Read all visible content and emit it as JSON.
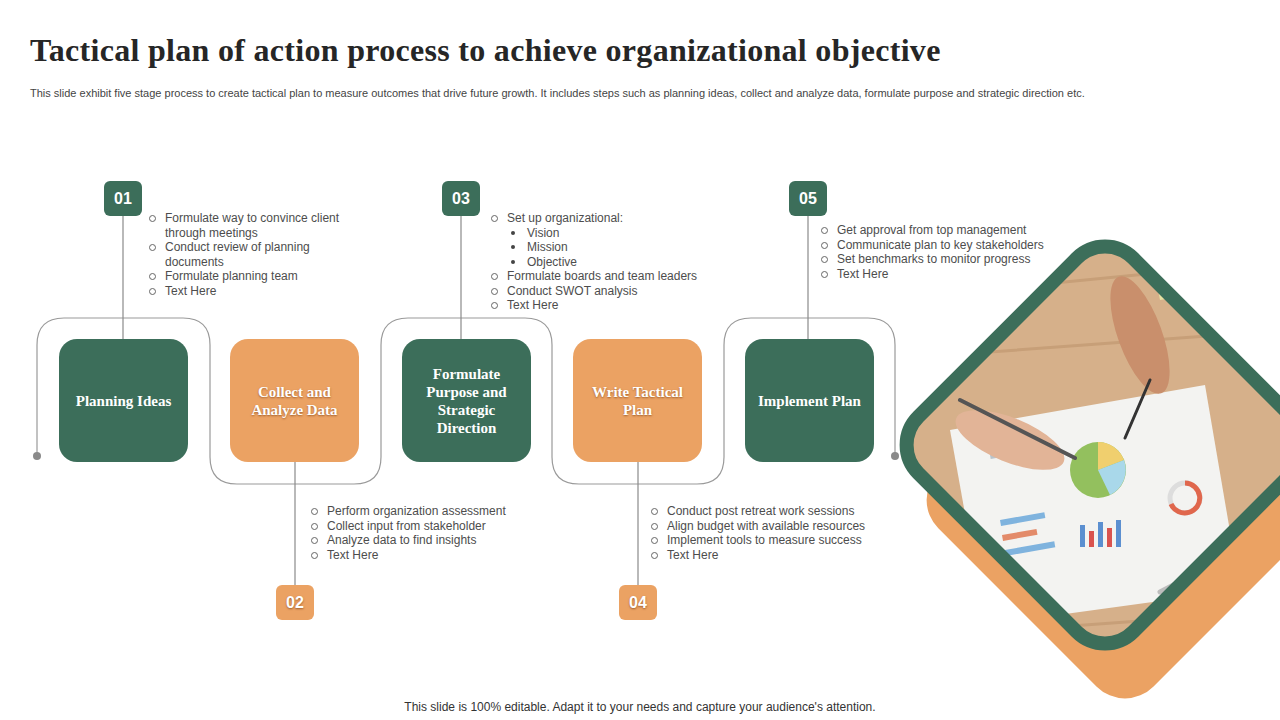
{
  "diagram": {
    "title": "Tactical plan of action process to achieve organizational objective",
    "caption": "This slide is 100% editable. Adapt it to your needs and capture your audience's attention.",
    "nodes": [
      {
        "text": [
          "01"
        ]
      },
      {
        "text": [
          "Planning Ideas"
        ]
      },
      {
        "text": [
          "02"
        ]
      },
      {
        "text": [
          "Collect and Analyze Data"
        ]
      },
      {
        "text": [
          "03"
        ]
      },
      {
        "text": [
          "Formulate Purpose and Strategic Direction"
        ]
      },
      {
        "text": [
          "04"
        ]
      },
      {
        "text": [
          "Write Tactical Plan"
        ]
      },
      {
        "text": [
          "05"
        ]
      },
      {
        "text": [
          "Implement Plan"
        ]
      }
    ],
    "edges": [
      {
        "from": 0,
        "to": 1,
        "arrow": "none"
      },
      {
        "from": 2,
        "to": 3,
        "arrow": "none"
      },
      {
        "from": 4,
        "to": 5,
        "arrow": "none"
      },
      {
        "from": 6,
        "to": 7,
        "arrow": "none"
      },
      {
        "from": 8,
        "to": 9,
        "arrow": "none"
      }
    ],
    "labels": [
      "This slide exhibit five stage process to create tactical plan to measure outcomes that drive future growth. It includes steps such as planning ideas, collect and analyze data, formulate purpose and strategic direction etc.",
      "Formulate way to convince client through meetings",
      "Conduct review of planning documents",
      "Formulate planning team",
      "Text Here",
      "Perform organization assessment",
      "Collect input from stakeholder",
      "Analyze data to find insights",
      "Text Here",
      "Set up organizational:",
      "Vision",
      "Mission",
      "Objective",
      "Formulate boards and team leaders",
      "Conduct SWOT analysis",
      "Text Here",
      "Conduct post retreat work sessions",
      "Align budget with available resources",
      "Implement tools to measure success",
      "Text Here",
      "Get approval from top management",
      "Communicate plan to key stakeholders",
      "Set benchmarks to monitor progress",
      "Text Here"
    ]
  }
}
